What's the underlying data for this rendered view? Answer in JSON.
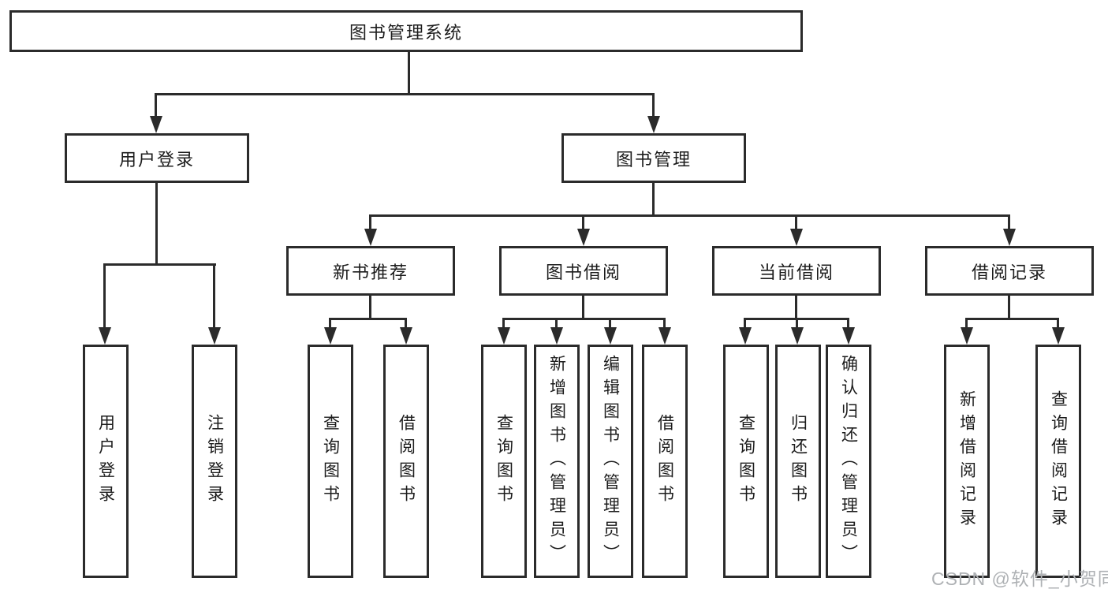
{
  "tree": {
    "label": "图书管理系统",
    "children": [
      {
        "label": "用户登录",
        "children": [
          {
            "label": "用户登录"
          },
          {
            "label": "注销登录"
          }
        ]
      },
      {
        "label": "图书管理",
        "children": [
          {
            "label": "新书推荐",
            "children": [
              {
                "label": "查询图书"
              },
              {
                "label": "借阅图书"
              }
            ]
          },
          {
            "label": "图书借阅",
            "children": [
              {
                "label": "查询图书"
              },
              {
                "label": "新增图书（管理员）"
              },
              {
                "label": "编辑图书（管理员）"
              },
              {
                "label": "借阅图书"
              }
            ]
          },
          {
            "label": "当前借阅",
            "children": [
              {
                "label": "查询图书"
              },
              {
                "label": "归还图书"
              },
              {
                "label": "确认归还（管理员）"
              }
            ]
          },
          {
            "label": "借阅记录",
            "children": [
              {
                "label": "新增借阅记录"
              },
              {
                "label": "查询借阅记录"
              }
            ]
          }
        ]
      }
    ]
  },
  "watermark": {
    "text": "CSDN @软件_小贺同学"
  },
  "colors": {
    "line": "#2b2b2b",
    "text": "#1c1c1c",
    "watermark": "#aeb1b4",
    "background": "#ffffff"
  }
}
